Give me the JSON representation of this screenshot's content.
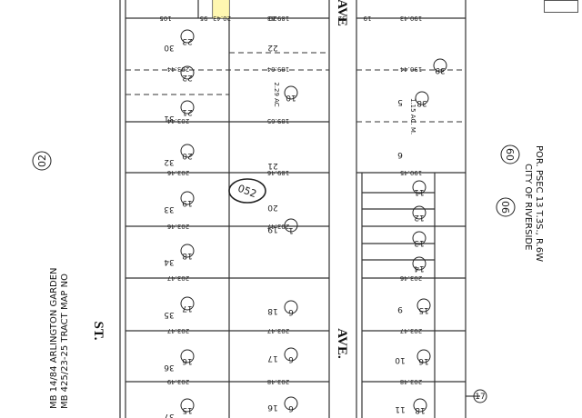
{
  "map": {
    "book_page": "052",
    "street_labels": [
      "AVE",
      "ST.",
      "AVE."
    ],
    "side_note_right": [
      "POR. PSEC 13 T.3S., R.6W",
      "CITY OF RIVERSIDE"
    ],
    "side_note_left": [
      "MB 14/84 ARLINGTON GARDEN",
      "MB 425/23-25 TRACT MAP NO"
    ],
    "page_refs": [
      "02",
      "60",
      "06"
    ],
    "left_parcels": [
      {
        "lot": "30",
        "parcel": "23"
      },
      {
        "lot": "",
        "parcel": "22"
      },
      {
        "lot": "31",
        "parcel": "21"
      },
      {
        "lot": "32",
        "parcel": "20"
      },
      {
        "lot": "33",
        "parcel": "19"
      },
      {
        "lot": "34",
        "parcel": "18"
      },
      {
        "lot": "35",
        "parcel": "17"
      },
      {
        "lot": "36",
        "parcel": "16"
      },
      {
        "lot": "37",
        "parcel": "15"
      }
    ],
    "mid_parcels": [
      {
        "lot": "22",
        "parcel": "",
        "acre": ""
      },
      {
        "lot": "",
        "parcel": "10",
        "acre": "2.29 AC"
      },
      {
        "lot": "21",
        "parcel": "",
        "acre": ""
      },
      {
        "lot": "20",
        "parcel": "",
        "acre": ""
      },
      {
        "lot": "19",
        "parcel": "1",
        "acre": ""
      },
      {
        "lot": "18",
        "parcel": "6",
        "acre": ""
      },
      {
        "lot": "17",
        "parcel": "6",
        "acre": ""
      },
      {
        "lot": "16",
        "parcel": "6",
        "acre": ""
      }
    ],
    "right_parcels": [
      {
        "lot": "",
        "parcel": "39"
      },
      {
        "lot": "5",
        "parcel": "38"
      },
      {
        "lot": "6",
        "parcel": ""
      },
      {
        "lot": "",
        "parcel": "11"
      },
      {
        "lot": "",
        "parcel": "12"
      },
      {
        "lot": "",
        "parcel": "13"
      },
      {
        "lot": "",
        "parcel": "14"
      },
      {
        "lot": "9",
        "parcel": "15"
      },
      {
        "lot": "10",
        "parcel": "16"
      },
      {
        "lot": "11",
        "parcel": "18"
      }
    ],
    "right_acre": "1.15 AC. M.",
    "corner_parcel": "17",
    "dimensions_left": [
      "203.44",
      "203.44",
      "203.46",
      "203.46",
      "203.47",
      "203.47",
      "203.49"
    ],
    "dimensions_mid": [
      "189.63",
      "189.64",
      "189.65",
      "189.46",
      "203.47",
      "203.47",
      "203.48"
    ],
    "dimensions_right": [
      "190.43",
      "190.44",
      "190.45",
      "203.46",
      "203.47",
      "203.48"
    ],
    "top_values": [
      "105",
      "95",
      "20.43",
      "20",
      "32",
      "19"
    ]
  }
}
